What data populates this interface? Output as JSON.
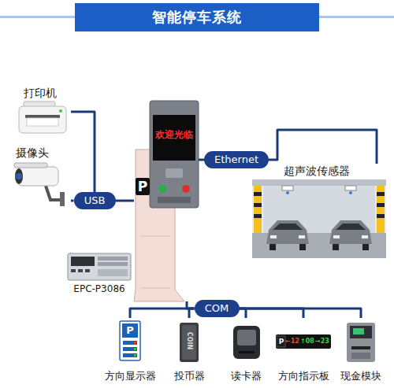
{
  "diagram": {
    "title": "智能停车系统",
    "nodes": [
      {
        "text": [
          "打印机"
        ]
      },
      {
        "text": [
          "摄像头"
        ]
      },
      {
        "text": [
          "USB"
        ]
      },
      {
        "text": [
          "欢迎光临",
          "P"
        ]
      },
      {
        "text": [
          "Ethernet"
        ]
      },
      {
        "text": [
          "超声波传感器"
        ]
      },
      {
        "text": [
          "EPC-P3086"
        ]
      },
      {
        "text": [
          "COM"
        ]
      },
      {
        "text": [
          "方向显示器",
          "P"
        ]
      },
      {
        "text": [
          "投币器",
          "COIN"
        ]
      },
      {
        "text": [
          "读卡器"
        ]
      },
      {
        "text": [
          "方向指示板",
          "P",
          "←12",
          "↑08",
          "→23"
        ]
      },
      {
        "text": [
          "现金模块"
        ]
      }
    ],
    "edges": [
      {
        "from": 0,
        "to": 2,
        "arrow": "none"
      },
      {
        "from": 1,
        "to": 2,
        "arrow": "none"
      },
      {
        "from": 2,
        "to": 3,
        "arrow": "none"
      },
      {
        "from": 3,
        "to": 4,
        "arrow": "none"
      },
      {
        "from": 4,
        "to": 5,
        "arrow": "none"
      },
      {
        "from": 3,
        "to": 7,
        "arrow": "none"
      },
      {
        "from": 7,
        "to": 8,
        "arrow": "none"
      },
      {
        "from": 7,
        "to": 9,
        "arrow": "none"
      },
      {
        "from": 7,
        "to": 10,
        "arrow": "none"
      },
      {
        "from": 7,
        "to": 11,
        "arrow": "none"
      },
      {
        "from": 7,
        "to": 12,
        "arrow": "none"
      }
    ]
  }
}
